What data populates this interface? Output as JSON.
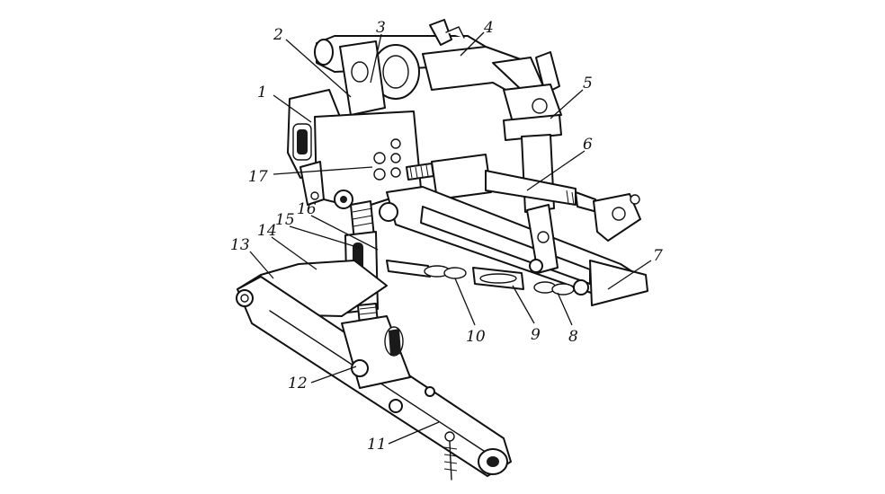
{
  "figure": {
    "callouts": [
      {
        "id": "1",
        "label": "1"
      },
      {
        "id": "2",
        "label": "2"
      },
      {
        "id": "3",
        "label": "3"
      },
      {
        "id": "4",
        "label": "4"
      },
      {
        "id": "5",
        "label": "5"
      },
      {
        "id": "6",
        "label": "6"
      },
      {
        "id": "7",
        "label": "7"
      },
      {
        "id": "8",
        "label": "8"
      },
      {
        "id": "9",
        "label": "9"
      },
      {
        "id": "10",
        "label": "10"
      },
      {
        "id": "11",
        "label": "11"
      },
      {
        "id": "12",
        "label": "12"
      },
      {
        "id": "13",
        "label": "13"
      },
      {
        "id": "14",
        "label": "14"
      },
      {
        "id": "15",
        "label": "15"
      },
      {
        "id": "16",
        "label": "16"
      },
      {
        "id": "17",
        "label": "17"
      }
    ],
    "colors": {
      "ink": "#111111",
      "paper": "#ffffff"
    }
  }
}
